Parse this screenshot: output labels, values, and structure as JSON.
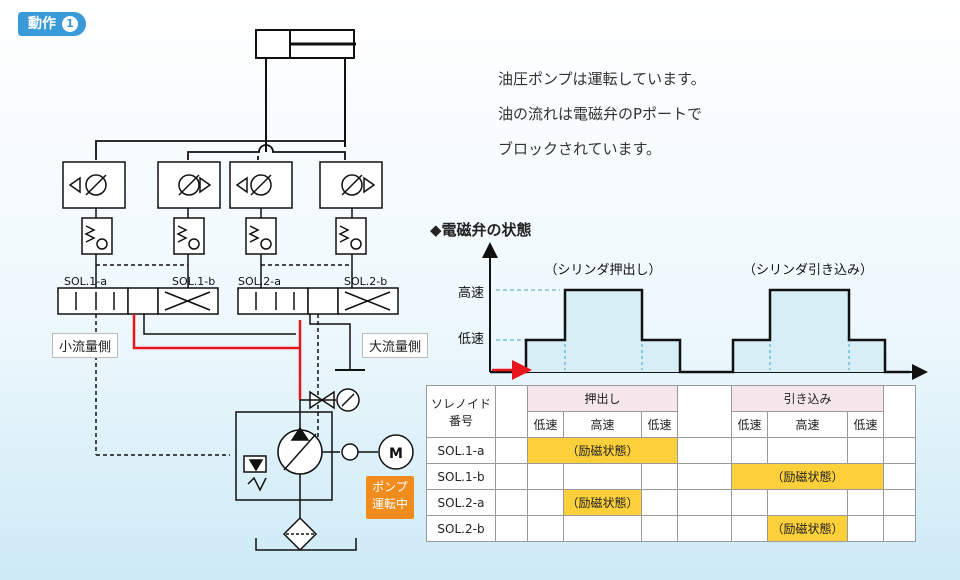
{
  "badge": {
    "label": "動作",
    "number": "1"
  },
  "description": {
    "lines": [
      "油圧ポンプは運転しています。",
      "油の流れは電磁弁のPポートで",
      "ブロックされています。"
    ]
  },
  "labels": {
    "small_flow_side": "小流量側",
    "large_flow_side": "大流量側",
    "pump_running": [
      "ポンプ",
      "運転中"
    ],
    "motor": "M",
    "sol_1a": "SOL.1-a",
    "sol_1b": "SOL.1-b",
    "sol_2a": "SOL.2-a",
    "sol_2b": "SOL.2-b"
  },
  "status_chart": {
    "title": "◆電磁弁の状態",
    "phase_labels": [
      "（シリンダ押出し）",
      "（シリンダ引き込み）"
    ],
    "y_levels": [
      "高速",
      "低速"
    ],
    "profile": [
      0,
      1,
      2,
      1,
      0,
      1,
      2,
      1,
      0
    ],
    "colors": {
      "step_line": "#111111",
      "fill": "#d8eef7",
      "arrow": "#e8151c",
      "guide": "#3aa7c8"
    }
  },
  "sol_table": {
    "header_label": [
      "ソレノイド",
      "番号"
    ],
    "groups": [
      "押出し",
      "引き込み"
    ],
    "subheaders": [
      "低速",
      "高速",
      "低速",
      "低速",
      "高速",
      "低速"
    ],
    "rows": [
      {
        "name": "SOL.1-a",
        "active_text": "（励磁状態）"
      },
      {
        "name": "SOL.1-b",
        "active_text": "（励磁状態）"
      },
      {
        "name": "SOL.2-a",
        "active_text": "（励磁状態）"
      },
      {
        "name": "SOL.2-b",
        "active_text": "（励磁状態）"
      }
    ],
    "colors": {
      "active": "#fbd03b",
      "header": "#f4e6ea"
    }
  },
  "colors": {
    "flow_line": "#e8151c",
    "pump_badge": "#f08c1e",
    "badge": "#3a9ad9"
  }
}
